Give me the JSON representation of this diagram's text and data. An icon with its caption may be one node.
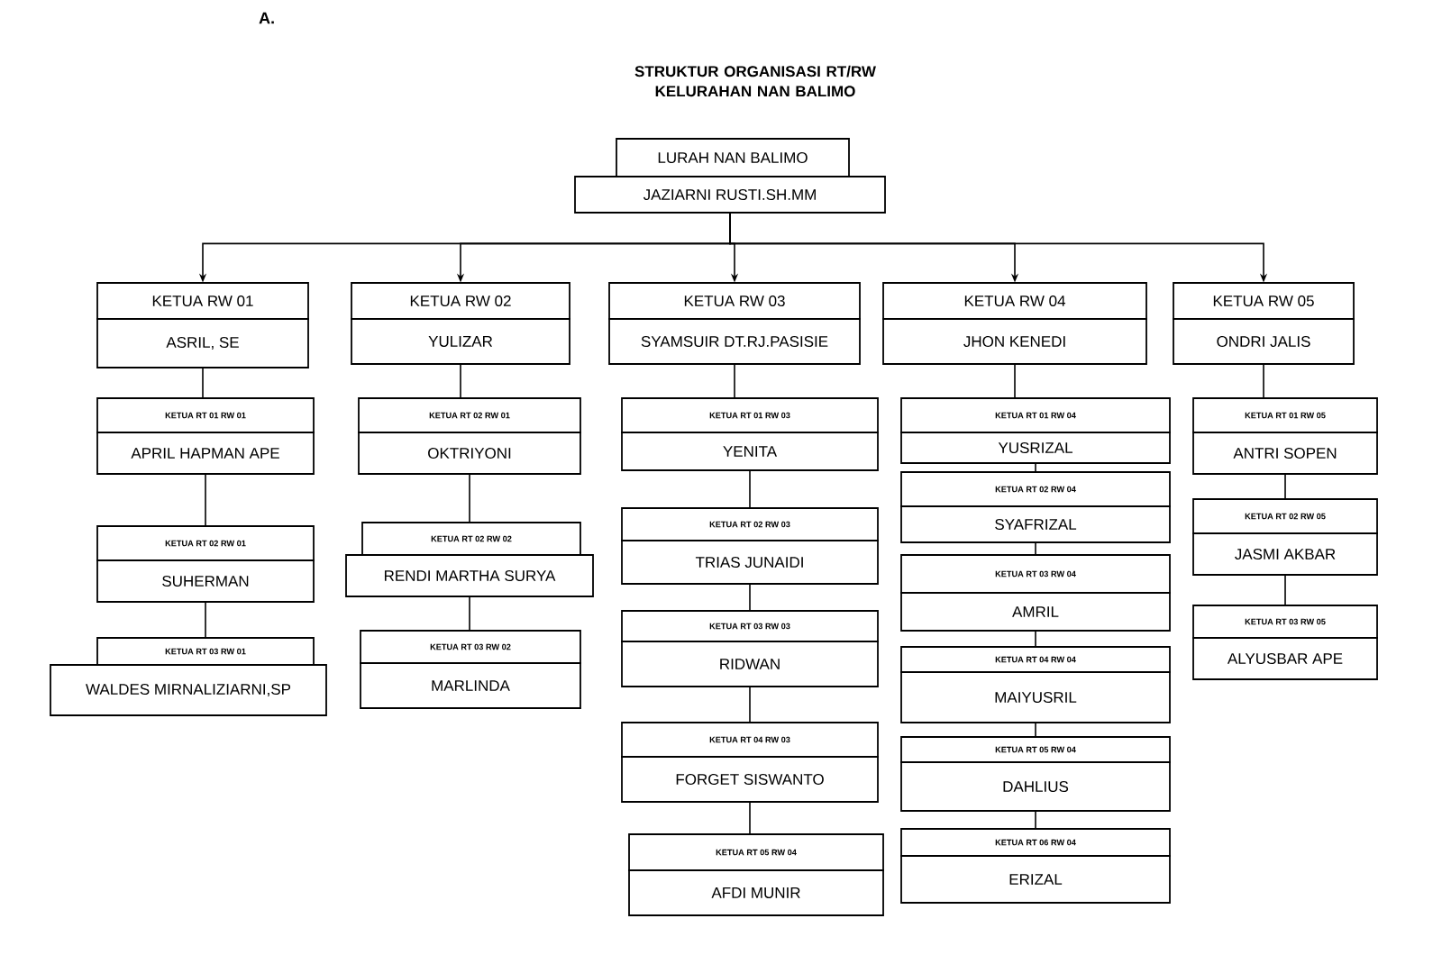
{
  "diagram": {
    "title": "STRUKTUR ORGANISASI RT/RW KELURAHAN NAN BALIMO",
    "nodes": [
      {
        "text": [
          "LURAH NAN BALIMO",
          "JAZIARNI RUSTI.SH.MM"
        ]
      },
      {
        "text": [
          "KETUA RW 01",
          "ASRIL, SE"
        ]
      },
      {
        "text": [
          "KETUA RW 02",
          "YULIZAR"
        ]
      },
      {
        "text": [
          "KETUA RW 03",
          "SYAMSUIR DT.RJ.PASISIE"
        ]
      },
      {
        "text": [
          "KETUA RW 04",
          "JHON KENEDI"
        ]
      },
      {
        "text": [
          "KETUA RW 05",
          "ONDRI JALIS"
        ]
      },
      {
        "text": [
          "KETUA RT 01 RW 01",
          "APRIL HAPMAN APE"
        ]
      },
      {
        "text": [
          "KETUA RT 02 RW 01",
          "SUHERMAN"
        ]
      },
      {
        "text": [
          "KETUA RT 03 RW 01",
          "WALDES MIRNALIZIARNI,SP"
        ]
      },
      {
        "text": [
          "KETUA RT 02 RW 01",
          "OKTRIYONI"
        ]
      },
      {
        "text": [
          "KETUA RT 02 RW 02",
          "RENDI MARTHA SURYA"
        ]
      },
      {
        "text": [
          "KETUA RT 03 RW 02",
          "MARLINDA"
        ]
      },
      {
        "text": [
          "KETUA RT 01 RW 03",
          "YENITA"
        ]
      },
      {
        "text": [
          "KETUA RT 02 RW 03",
          "TRIAS JUNAIDI"
        ]
      },
      {
        "text": [
          "KETUA RT 03 RW 03",
          "RIDWAN"
        ]
      },
      {
        "text": [
          "KETUA RT 04 RW 03",
          "FORGET SISWANTO"
        ]
      },
      {
        "text": [
          "KETUA RT 05 RW 04",
          "AFDI MUNIR"
        ]
      },
      {
        "text": [
          "KETUA RT 01 RW 04",
          "YUSRIZAL"
        ]
      },
      {
        "text": [
          "KETUA RT 02 RW 04",
          "SYAFRIZAL"
        ]
      },
      {
        "text": [
          "KETUA RT 03 RW 04",
          "AMRIL"
        ]
      },
      {
        "text": [
          "KETUA RT 04 RW 04",
          "MAIYUSRIL"
        ]
      },
      {
        "text": [
          "KETUA RT 05 RW 04",
          "DAHLIUS"
        ]
      },
      {
        "text": [
          "KETUA RT 06 RW 04",
          "ERIZAL"
        ]
      },
      {
        "text": [
          "KETUA RT 01 RW 05",
          "ANTRI SOPEN"
        ]
      },
      {
        "text": [
          "KETUA RT 02 RW 05",
          "JASMI AKBAR"
        ]
      },
      {
        "text": [
          "KETUA RT 03 RW 05",
          "ALYUSBAR APE"
        ]
      }
    ],
    "edges": [
      {
        "from": 0,
        "to": 1,
        "arrow": "to"
      },
      {
        "from": 0,
        "to": 2,
        "arrow": "to"
      },
      {
        "from": 0,
        "to": 3,
        "arrow": "to"
      },
      {
        "from": 0,
        "to": 4,
        "arrow": "to"
      },
      {
        "from": 0,
        "to": 5,
        "arrow": "to"
      },
      {
        "from": 1,
        "to": 6,
        "arrow": "none"
      },
      {
        "from": 6,
        "to": 7,
        "arrow": "none"
      },
      {
        "from": 7,
        "to": 8,
        "arrow": "none"
      },
      {
        "from": 2,
        "to": 9,
        "arrow": "none"
      },
      {
        "from": 9,
        "to": 10,
        "arrow": "none"
      },
      {
        "from": 10,
        "to": 11,
        "arrow": "none"
      },
      {
        "from": 3,
        "to": 12,
        "arrow": "none"
      },
      {
        "from": 12,
        "to": 13,
        "arrow": "none"
      },
      {
        "from": 13,
        "to": 14,
        "arrow": "none"
      },
      {
        "from": 14,
        "to": 15,
        "arrow": "none"
      },
      {
        "from": 15,
        "to": 16,
        "arrow": "none"
      },
      {
        "from": 4,
        "to": 17,
        "arrow": "none"
      },
      {
        "from": 17,
        "to": 18,
        "arrow": "none"
      },
      {
        "from": 18,
        "to": 19,
        "arrow": "none"
      },
      {
        "from": 19,
        "to": 20,
        "arrow": "none"
      },
      {
        "from": 20,
        "to": 21,
        "arrow": "none"
      },
      {
        "from": 21,
        "to": 22,
        "arrow": "none"
      },
      {
        "from": 5,
        "to": 23,
        "arrow": "none"
      },
      {
        "from": 23,
        "to": 24,
        "arrow": "none"
      },
      {
        "from": 24,
        "to": 25,
        "arrow": "none"
      }
    ],
    "labels": [
      "A."
    ]
  }
}
